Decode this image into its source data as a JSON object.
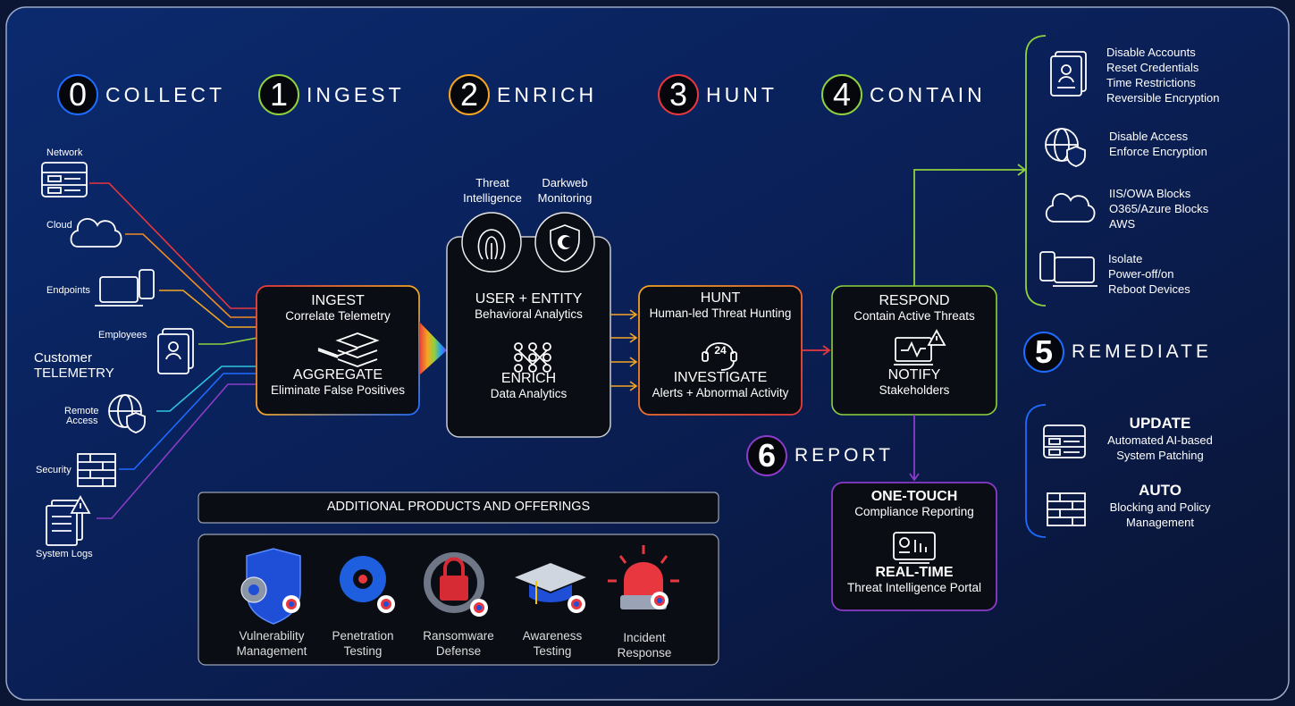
{
  "steps": [
    {
      "num": "0",
      "label": "COLLECT",
      "color": "#1e6bff"
    },
    {
      "num": "1",
      "label": "INGEST",
      "color": "#8ed13f"
    },
    {
      "num": "2",
      "label": "ENRICH",
      "color": "#f5a623"
    },
    {
      "num": "3",
      "label": "HUNT",
      "color": "#e8373e"
    },
    {
      "num": "4",
      "label": "CONTAIN",
      "color": "#8ed13f"
    },
    {
      "num": "5",
      "label": "REMEDIATE",
      "color": "#1e6bff"
    },
    {
      "num": "6",
      "label": "REPORT",
      "color": "#8a3cc8"
    }
  ],
  "sources": [
    "Network",
    "Cloud",
    "Endpoints",
    "Employees",
    "Remote",
    "Access",
    "Security",
    "System Logs"
  ],
  "customer": {
    "line1": "Customer",
    "line2": "TELEMETRY"
  },
  "ingest": {
    "title": "INGEST",
    "sub": "Correlate Telemetry",
    "title2": "AGGREGATE",
    "sub2": "Eliminate False Positives"
  },
  "intel": {
    "threat1": "Threat",
    "threat2": "Intelligence",
    "dark1": "Darkweb",
    "dark2": "Monitoring"
  },
  "enrich": {
    "title": "USER + ENTITY",
    "sub": "Behavioral Analytics",
    "title2": "ENRICH",
    "sub2": "Data Analytics"
  },
  "hunt": {
    "title": "HUNT",
    "sub": "Human-led Threat Hunting",
    "badge": "24",
    "title2": "INVESTIGATE",
    "sub2": "Alerts + Abnormal Activity"
  },
  "respond": {
    "title": "RESPOND",
    "sub": "Contain Active Threats",
    "title2": "NOTIFY",
    "sub2": "Stakeholders"
  },
  "report": {
    "title": "ONE-TOUCH",
    "sub": "Compliance Reporting",
    "title2": "REAL-TIME",
    "sub2": "Threat Intelligence Portal"
  },
  "contain_actions": [
    [
      "Disable Accounts",
      "Reset Credentials",
      "Time Restrictions",
      "Reversible Encryption"
    ],
    [
      "Disable Access",
      "Enforce Encryption"
    ],
    [
      "IIS/OWA Blocks",
      "O365/Azure Blocks",
      "AWS"
    ],
    [
      "Isolate",
      "Power-off/on",
      "Reboot Devices"
    ]
  ],
  "remediate": {
    "update_title": "UPDATE",
    "update_sub1": "Automated AI-based",
    "update_sub2": "System Patching",
    "auto_title": "AUTO",
    "auto_sub1": "Blocking and Policy",
    "auto_sub2": "Management"
  },
  "additional": {
    "header": "ADDITIONAL PRODUCTS AND OFFERINGS",
    "items": [
      [
        "Vulnerability",
        "Management"
      ],
      [
        "Penetration",
        "Testing"
      ],
      [
        "Ransomware",
        "Defense"
      ],
      [
        "Awareness",
        "Testing"
      ],
      [
        "Incident",
        "Response"
      ]
    ]
  }
}
